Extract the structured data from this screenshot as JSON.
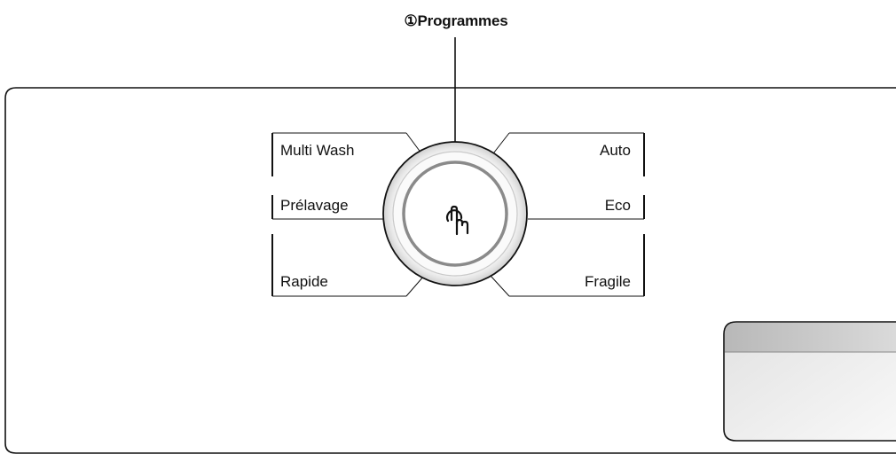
{
  "callout": {
    "number": "①",
    "label": "Programmes"
  },
  "programs": {
    "left": [
      "Multi Wash",
      "Prélavage",
      "Rapide"
    ],
    "right": [
      "Auto",
      "Eco",
      "Fragile"
    ]
  },
  "dial": {
    "icon": "touch-hand-icon"
  },
  "colors": {
    "line": "#111111",
    "ring_gray": "#8a8a8a",
    "display_header": "#c8c8c8",
    "display_body": "#efefef"
  }
}
